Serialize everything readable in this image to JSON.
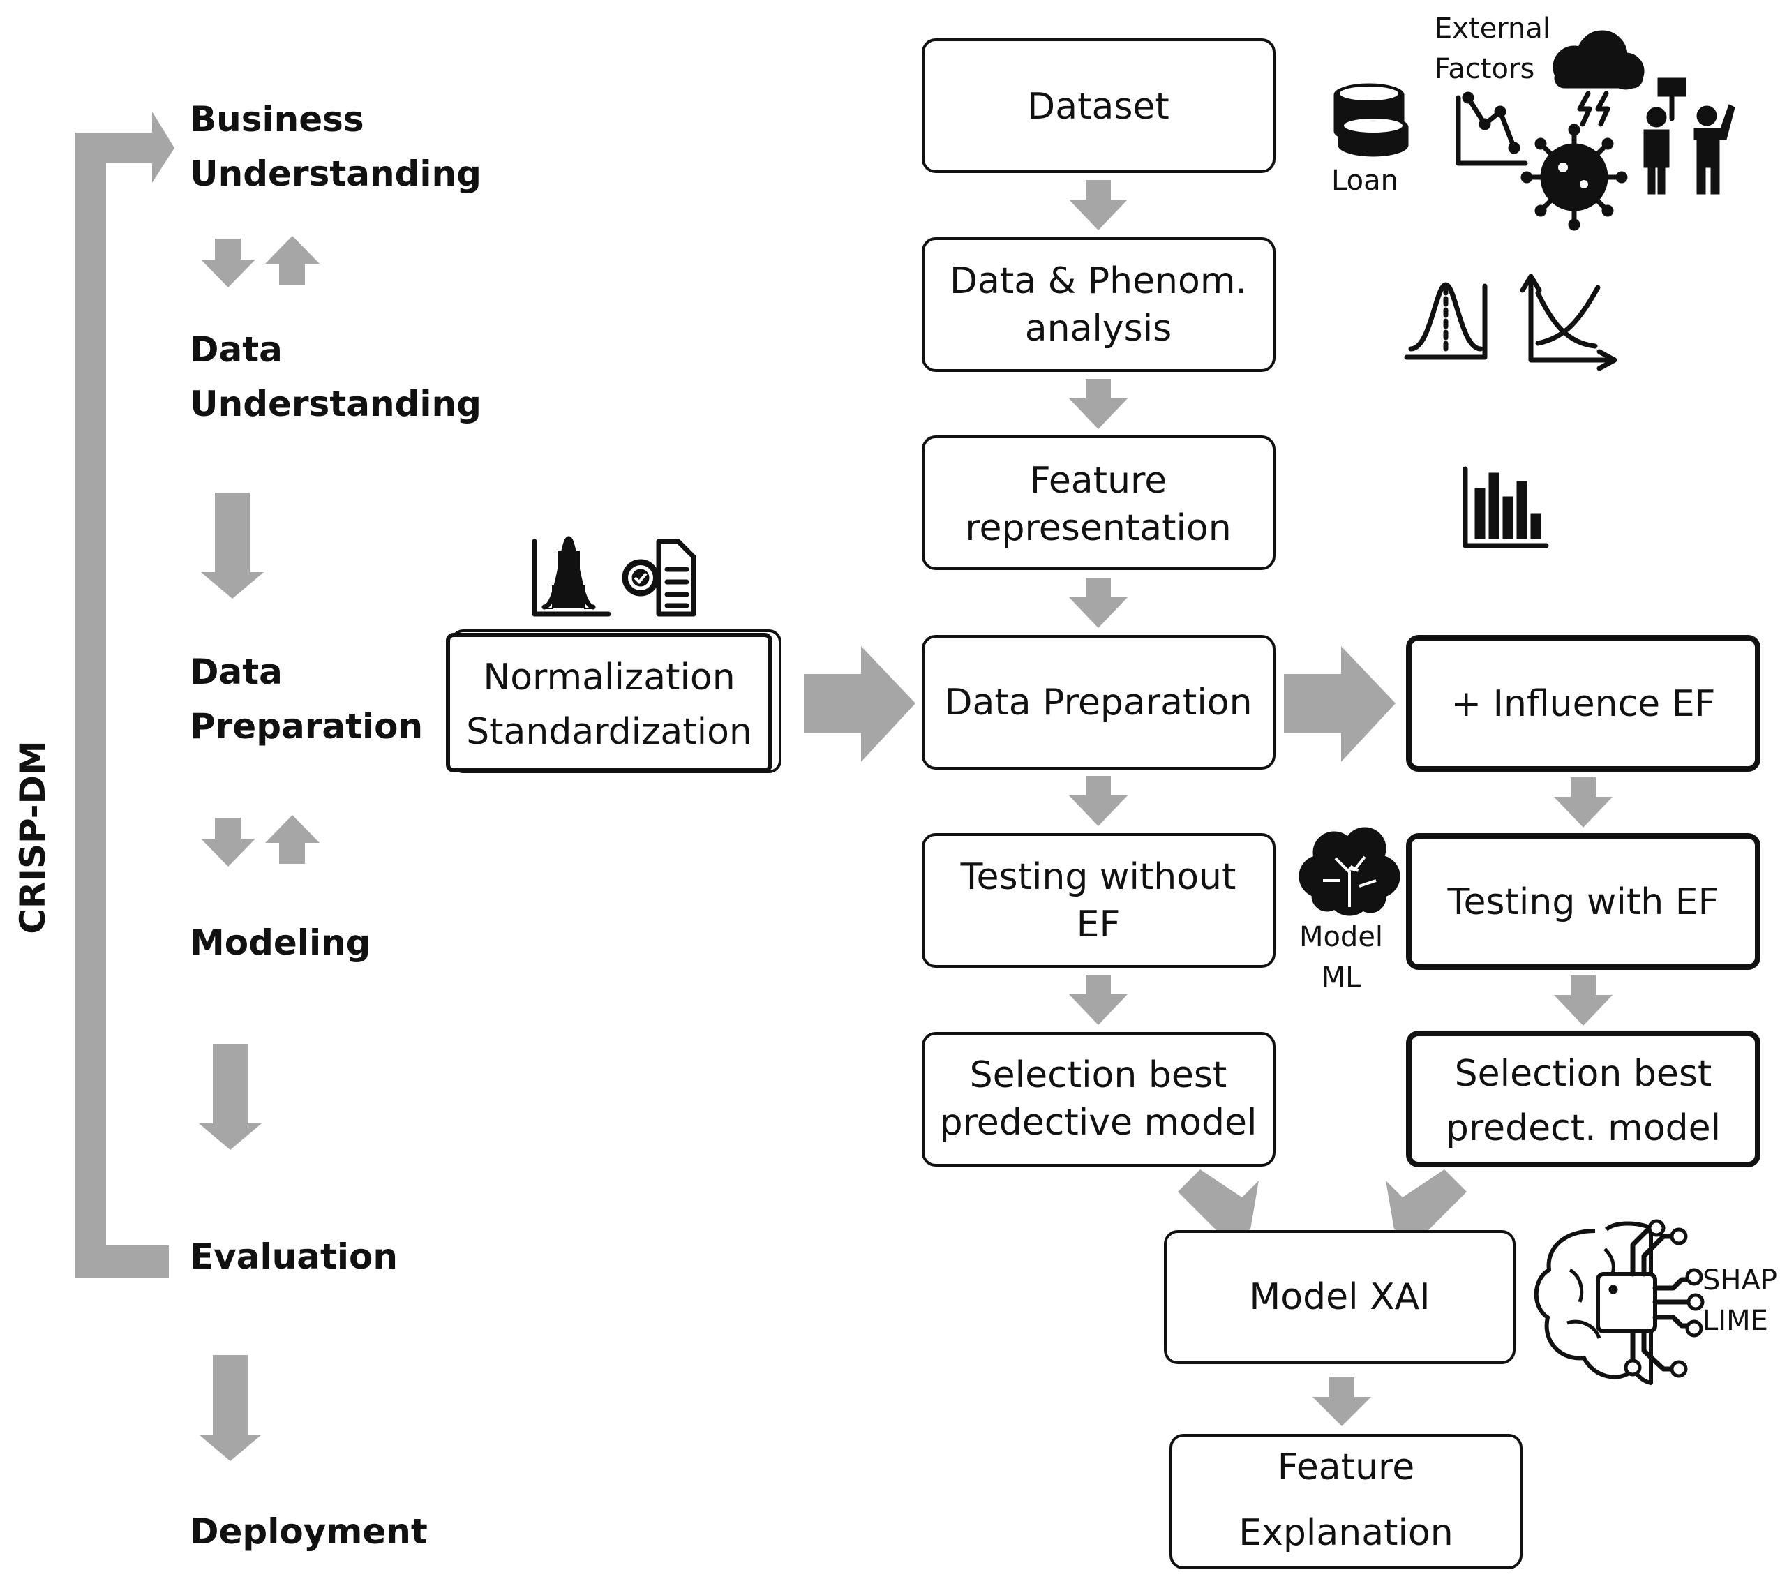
{
  "crisp": {
    "title": "CRISP-DM",
    "phases": [
      [
        "Business",
        "Understanding"
      ],
      [
        "Data",
        "Understanding"
      ],
      [
        "Data",
        "Preparation"
      ],
      [
        "Modeling"
      ],
      [
        "Evaluation"
      ],
      [
        "Deployment"
      ]
    ]
  },
  "flow": {
    "dataset": [
      "Dataset"
    ],
    "data_phenom": [
      "Data & Phenom.",
      "analysis"
    ],
    "feature_rep": [
      "Feature",
      "representation"
    ],
    "normalization": [
      "Normalization",
      "Standardization"
    ],
    "data_prep": [
      "Data Preparation"
    ],
    "influence_ef": [
      "+ Influence EF"
    ],
    "testing_without": [
      "Testing without",
      "EF"
    ],
    "testing_with": [
      "Testing with EF"
    ],
    "selection_left": [
      "Selection best",
      "predective model"
    ],
    "selection_right": [
      "Selection best",
      "predect. model"
    ],
    "model_xai": [
      "Model XAI"
    ],
    "feature_expl": [
      "Feature",
      "Explanation"
    ]
  },
  "icon_labels": {
    "loan": "Loan",
    "external_factors": [
      "External",
      "Factors"
    ],
    "model_ml": [
      "Model",
      "ML"
    ],
    "xai_methods": [
      "SHAP",
      "LIME"
    ]
  },
  "icons": [
    "coins-icon",
    "storm-cloud-icon",
    "line-chart-icon",
    "virus-icon",
    "protest-icon",
    "bell-curve-icon",
    "decay-curve-icon",
    "bar-chart-icon",
    "histogram-icon",
    "document-gear-icon",
    "brain-icon",
    "ai-brain-circuit-icon"
  ]
}
